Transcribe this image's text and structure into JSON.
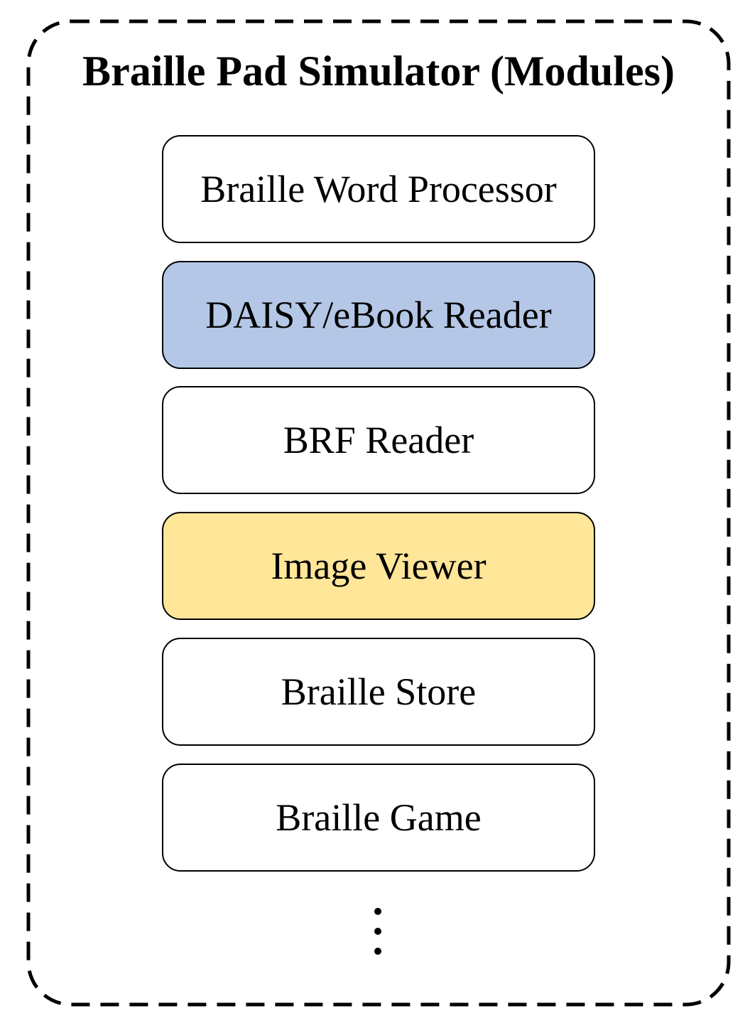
{
  "diagram": {
    "title": "Braille Pad Simulator (Modules)",
    "modules": [
      {
        "label": "Braille Word Processor",
        "fill": "#ffffff"
      },
      {
        "label": "DAISY/eBook Reader",
        "fill": "#b4c7e7"
      },
      {
        "label": "BRF Reader",
        "fill": "#ffffff"
      },
      {
        "label": "Image Viewer",
        "fill": "#ffe699"
      },
      {
        "label": "Braille Store",
        "fill": "#ffffff"
      },
      {
        "label": "Braille Game",
        "fill": "#ffffff"
      }
    ],
    "more_indicator": "vertical-ellipsis",
    "border_style": "dashed",
    "stroke_color": "#000000"
  }
}
